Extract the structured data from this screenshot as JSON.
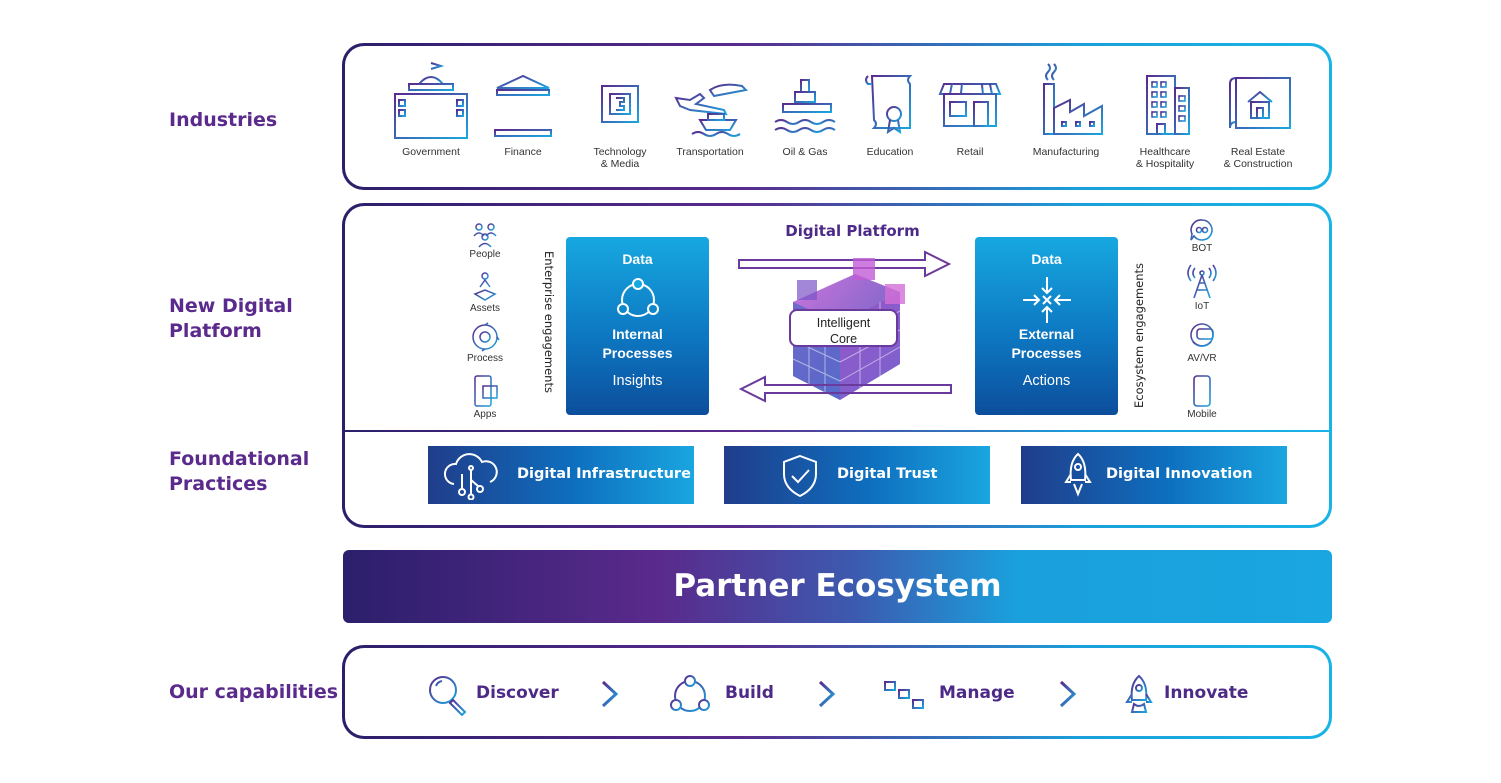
{
  "row_labels": {
    "industries": "Industries",
    "new_digital_platform": "New Digital\nPlatform",
    "foundational_practices": "Foundational\nPractices",
    "our_capabilities": "Our capabilities"
  },
  "industries": [
    {
      "label": "Government",
      "icon": "government-icon"
    },
    {
      "label": "Finance",
      "icon": "bank-icon"
    },
    {
      "label": "Technology\n& Media",
      "icon": "chip-icon"
    },
    {
      "label": "Transportation",
      "icon": "transport-icon"
    },
    {
      "label": "Oil & Gas",
      "icon": "oil-rig-icon"
    },
    {
      "label": "Education",
      "icon": "certificate-icon"
    },
    {
      "label": "Retail",
      "icon": "store-icon"
    },
    {
      "label": "Manufacturing",
      "icon": "factory-icon"
    },
    {
      "label": "Healthcare\n& Hospitality",
      "icon": "hospital-icon"
    },
    {
      "label": "Real Estate\n& Construction",
      "icon": "blueprint-icon"
    }
  ],
  "platform": {
    "title": "Digital Platform",
    "left_items": [
      {
        "label": "People",
        "icon": "people-icon"
      },
      {
        "label": "Assets",
        "icon": "assets-icon"
      },
      {
        "label": "Process",
        "icon": "process-icon"
      },
      {
        "label": "Apps",
        "icon": "apps-icon"
      }
    ],
    "left_vertical_label": "Enterprise engagements",
    "internal_box": {
      "heading": "Data",
      "title": "Internal\nProcesses",
      "subtitle": "Insights"
    },
    "core_label": "Intelligent\nCore",
    "external_box": {
      "heading": "Data",
      "title": "External\nProcesses",
      "subtitle": "Actions"
    },
    "right_vertical_label": "Ecosystem engagements",
    "right_items": [
      {
        "label": "BOT",
        "icon": "bot-icon"
      },
      {
        "label": "IoT",
        "icon": "iot-tower-icon"
      },
      {
        "label": "AV/VR",
        "icon": "vr-headset-icon"
      },
      {
        "label": "Mobile",
        "icon": "mobile-icon"
      }
    ]
  },
  "practices": [
    {
      "label": "Digital Infrastructure",
      "icon": "cloud-circuit-icon"
    },
    {
      "label": "Digital Trust",
      "icon": "shield-check-icon"
    },
    {
      "label": "Digital Innovation",
      "icon": "rocket-icon"
    }
  ],
  "partner_ecosystem": "Partner Ecosystem",
  "capabilities": [
    {
      "label": "Discover",
      "icon": "magnifier-icon"
    },
    {
      "label": "Build",
      "icon": "network-icon"
    },
    {
      "label": "Manage",
      "icon": "sliders-icon"
    },
    {
      "label": "Innovate",
      "icon": "rocket-icon"
    }
  ],
  "colors": {
    "purple": "#5a2a8c",
    "navy": "#2b1f6b",
    "cyan": "#1aa6e0",
    "blue": "#0d78c2"
  }
}
